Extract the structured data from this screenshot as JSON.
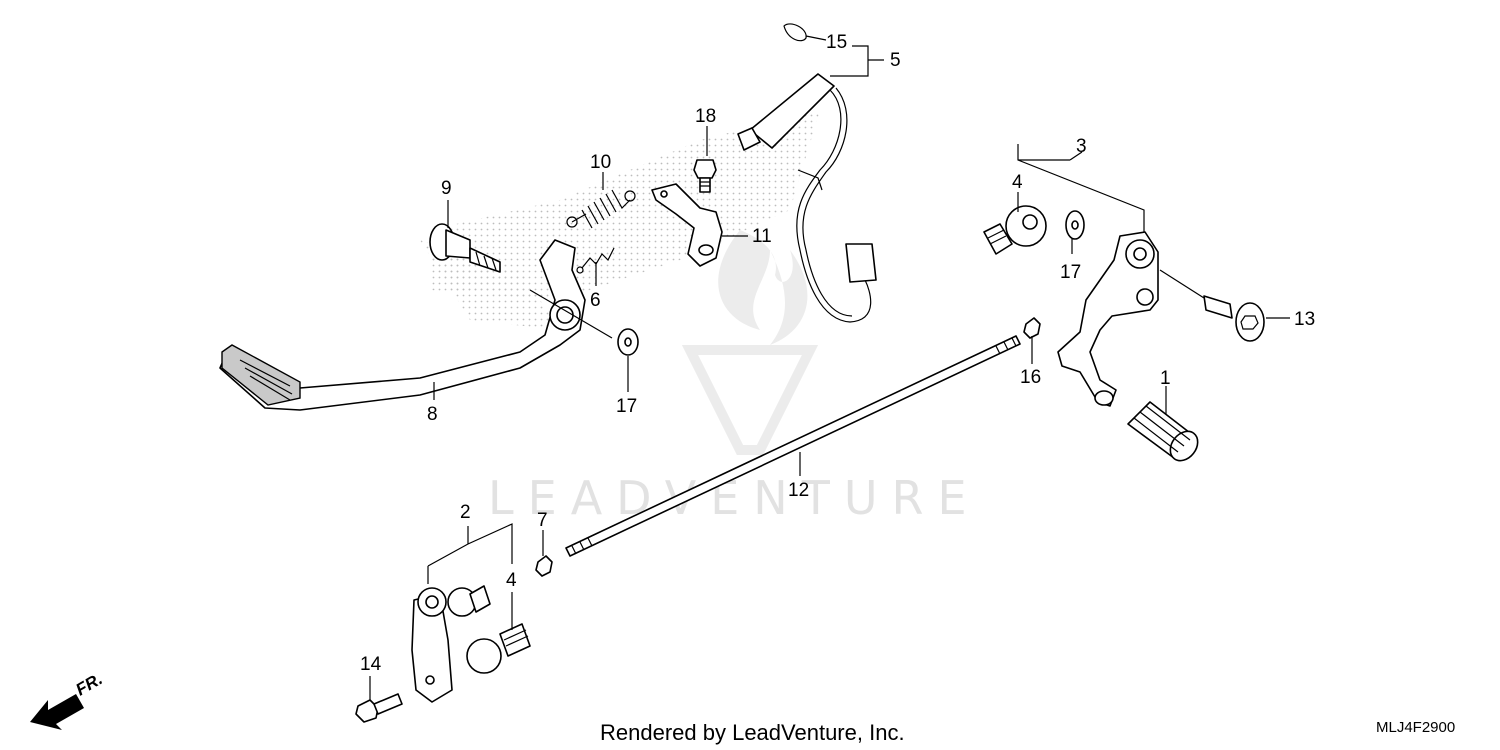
{
  "diagram": {
    "watermark_text": "LEADVENTURE",
    "footer_text": "Rendered by LeadVenture, Inc.",
    "diagram_code": "MLJ4F2900",
    "direction_label": "FR."
  },
  "callouts": {
    "c1": "1",
    "c2": "2",
    "c3": "3",
    "c4a": "4",
    "c4b": "4",
    "c5": "5",
    "c6": "6",
    "c7": "7",
    "c8": "8",
    "c9": "9",
    "c10": "10",
    "c11": "11",
    "c12": "12",
    "c13": "13",
    "c14": "14",
    "c15": "15",
    "c16": "16",
    "c17a": "17",
    "c17b": "17",
    "c18": "18"
  },
  "colors": {
    "watermark": "#e2e2e2",
    "stipple": "#bdbdbd",
    "ink": "#000000"
  }
}
